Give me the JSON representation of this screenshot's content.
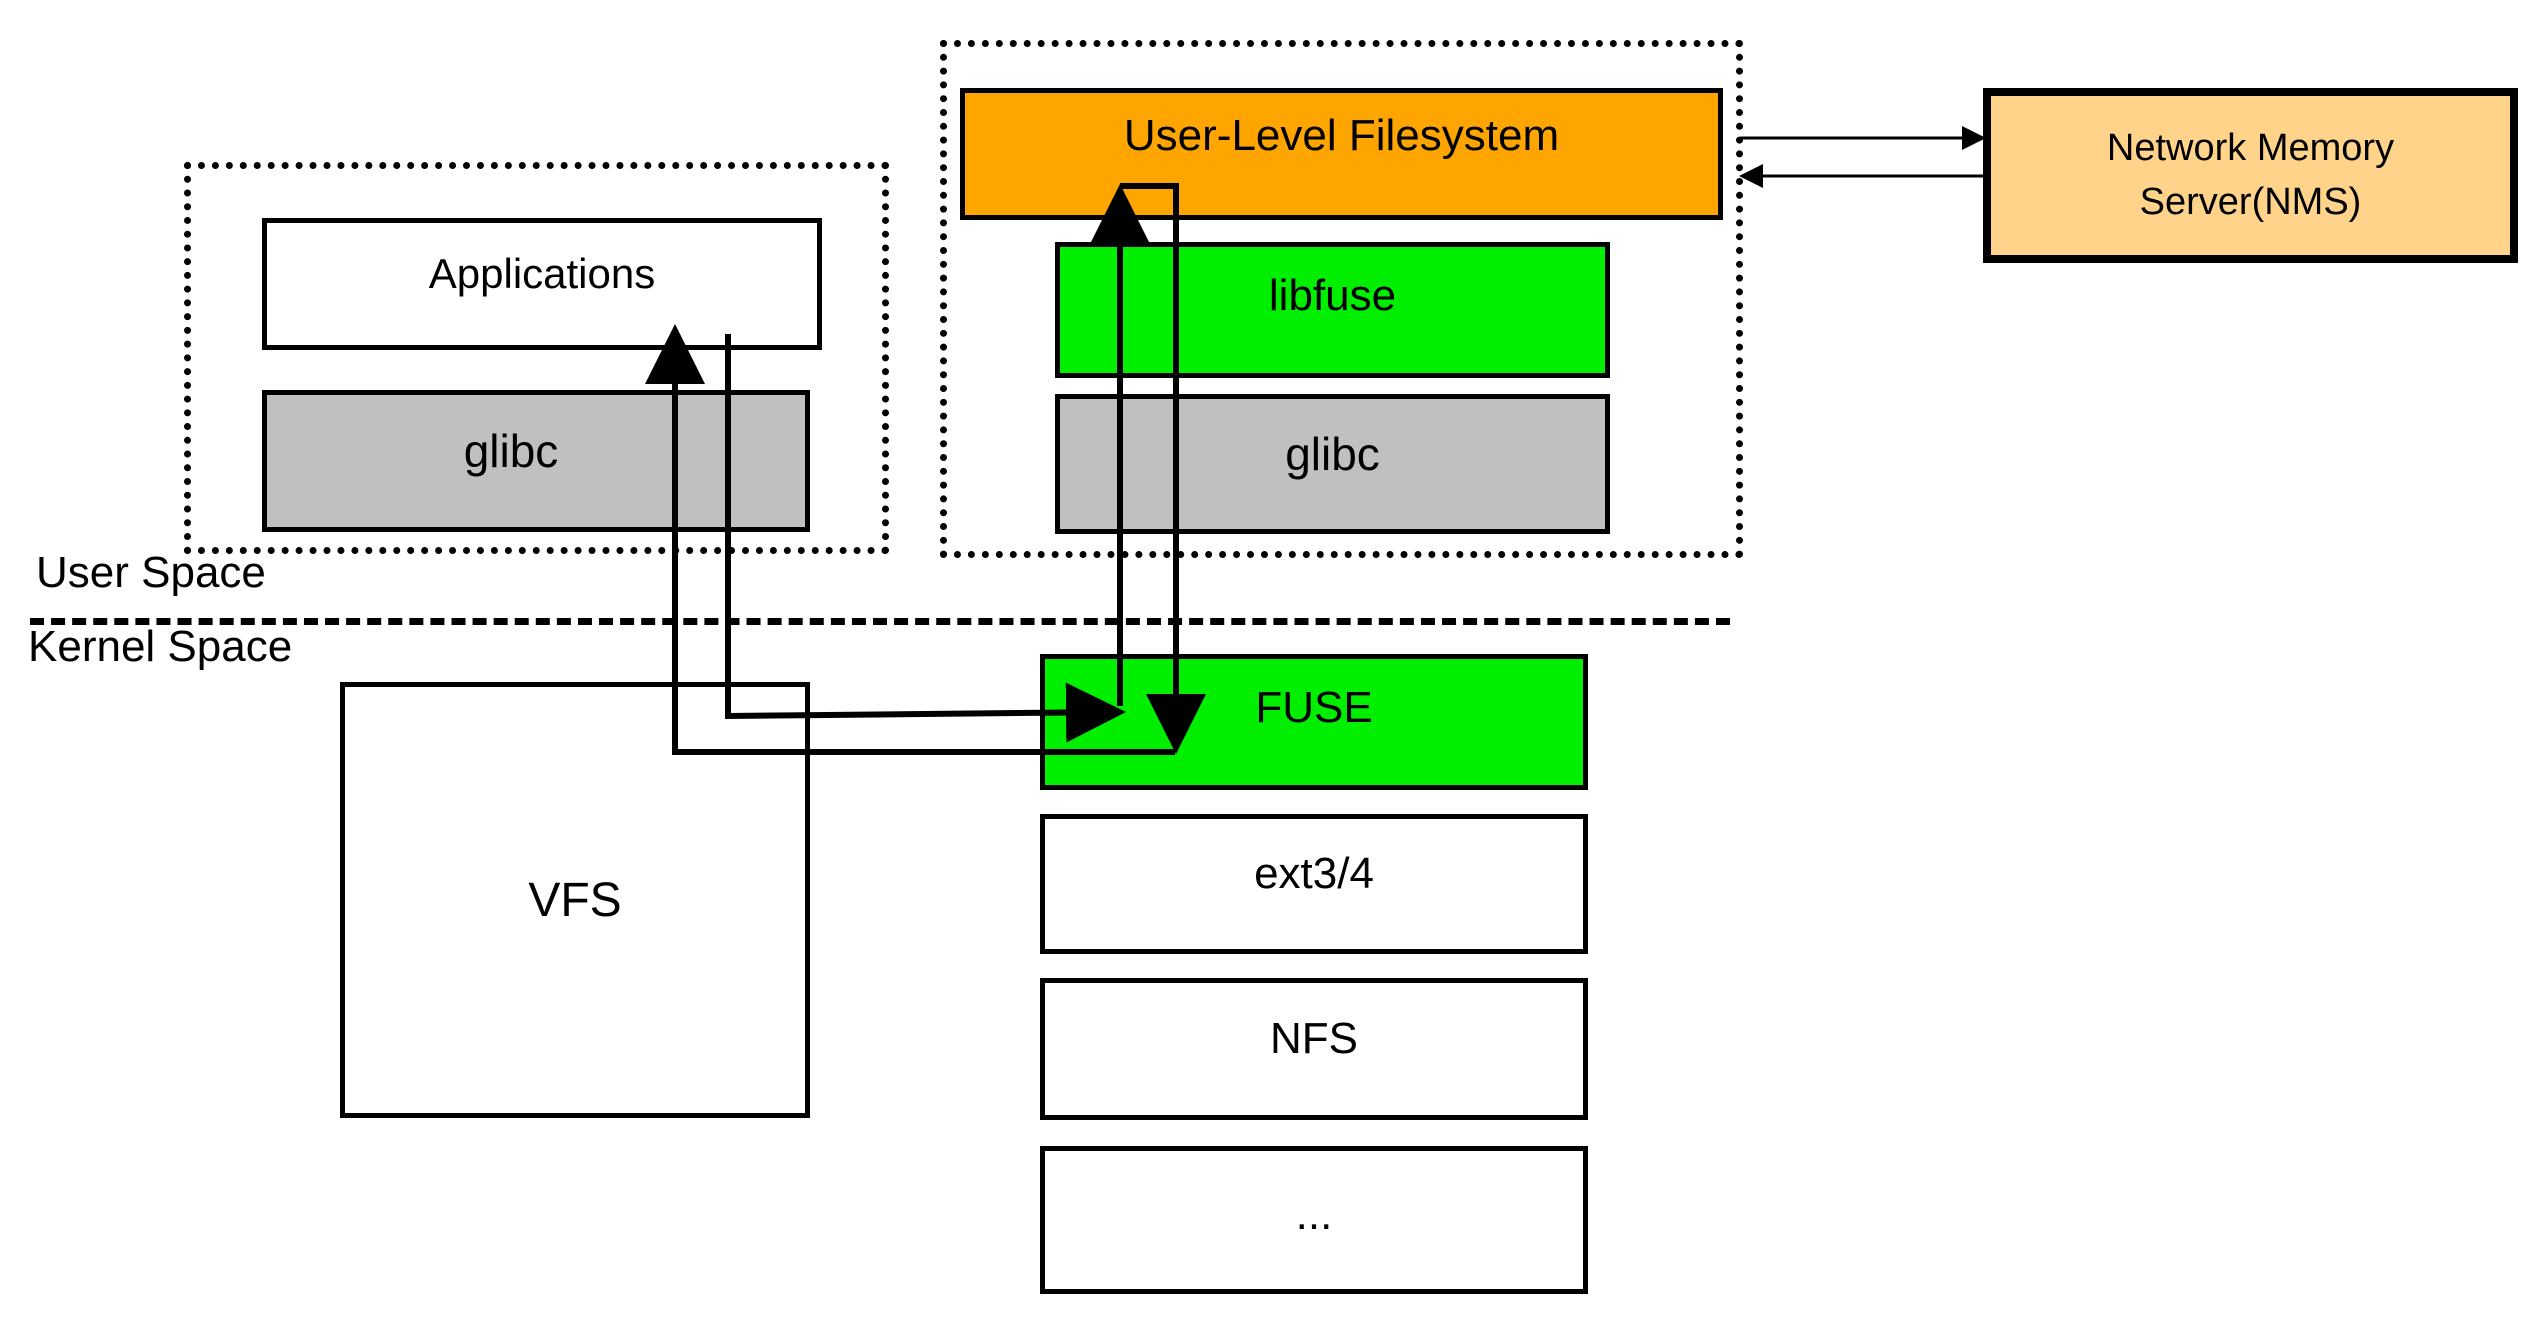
{
  "colors": {
    "user_fs_fill": "#FFA500",
    "fuse_fill": "#00EE00",
    "libfuse_fill": "#00EE00",
    "glibc_fill": "#C0C0C0",
    "nms_fill": "#FFD48A",
    "plain_fill": "#FFFFFF",
    "stroke": "#000000"
  },
  "regions": {
    "user_space": "User Space",
    "kernel_space": "Kernel Space"
  },
  "user_left": {
    "applications": "Applications",
    "glibc": "glibc"
  },
  "user_right": {
    "user_level_fs": "User-Level Filesystem",
    "libfuse": "libfuse",
    "glibc": "glibc"
  },
  "kernel": {
    "vfs": "VFS",
    "fuse": "FUSE",
    "ext": "ext3/4",
    "nfs": "NFS",
    "more": "..."
  },
  "external": {
    "nms_line1": "Network Memory",
    "nms_line2": "Server(NMS)"
  },
  "connections": [
    {
      "from": "Applications",
      "to": "FUSE"
    },
    {
      "from": "FUSE",
      "to": "User-Level Filesystem"
    },
    {
      "from": "User-Level Filesystem",
      "to": "FUSE"
    },
    {
      "from": "FUSE",
      "to": "Applications"
    },
    {
      "from": "User-Level Filesystem",
      "to": "Network Memory Server(NMS)"
    },
    {
      "from": "Network Memory Server(NMS)",
      "to": "User-Level Filesystem"
    }
  ]
}
